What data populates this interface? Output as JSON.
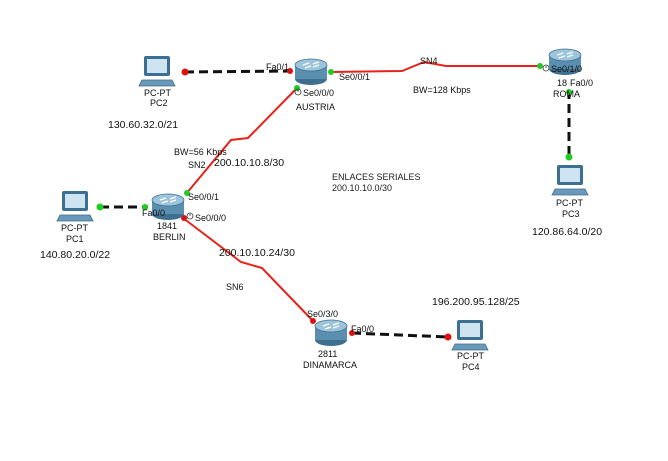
{
  "devices": {
    "pc1": {
      "type": "PC-PT",
      "name": "PC1"
    },
    "pc2": {
      "type": "PC-PT",
      "name": "PC2"
    },
    "pc3": {
      "type": "PC-PT",
      "name": "PC3"
    },
    "pc4": {
      "type": "PC-PT",
      "name": "PC4"
    },
    "austria": {
      "model": "",
      "name": "AUSTRIA"
    },
    "berlin": {
      "model": "1841",
      "name": "BERLIN"
    },
    "roma": {
      "model": "18",
      "name": "ROMA"
    },
    "dinamarca": {
      "model": "2811",
      "name": "DINAMARCA"
    }
  },
  "interfaces": {
    "pc2_austria": "Fa0/1",
    "austria_sn4": "Se0/0/1",
    "austria_sn2": "Se0/0/0",
    "roma_sn4": "Se0/1/0",
    "roma_pc3": "Fa0/0",
    "berlin_pc1": "Fa0/0",
    "berlin_sn2": "Se0/0/1",
    "berlin_sn6": "Se0/0/0",
    "dinamarca_sn6": "Se0/3/0",
    "dinamarca_pc4": "Fa0/0"
  },
  "links": {
    "sn4": "SN4",
    "sn4_bw": "BW=128 Kbps",
    "sn2": "SN2",
    "sn2_bw": "BW=56 Kbps",
    "sn2_net": "200.10.10.8/30",
    "sn6": "SN6",
    "sn6_net": "200.10.10.24/30"
  },
  "networks": {
    "pc1": "140.80.20.0/22",
    "pc2": "130.60.32.0/21",
    "pc3": "120.86.64.0/20",
    "pc4": "196.200.95.128/25"
  },
  "note": {
    "line1": "ENLACES SERIALES",
    "line2": "200.10.10.0/30"
  },
  "colors": {
    "serial": "#e8221b",
    "ethernet": "#111111",
    "link_up": "#22cc22",
    "link_down": "#dd1111",
    "router": "#5a8fb0",
    "pc": "#3d6f93"
  }
}
